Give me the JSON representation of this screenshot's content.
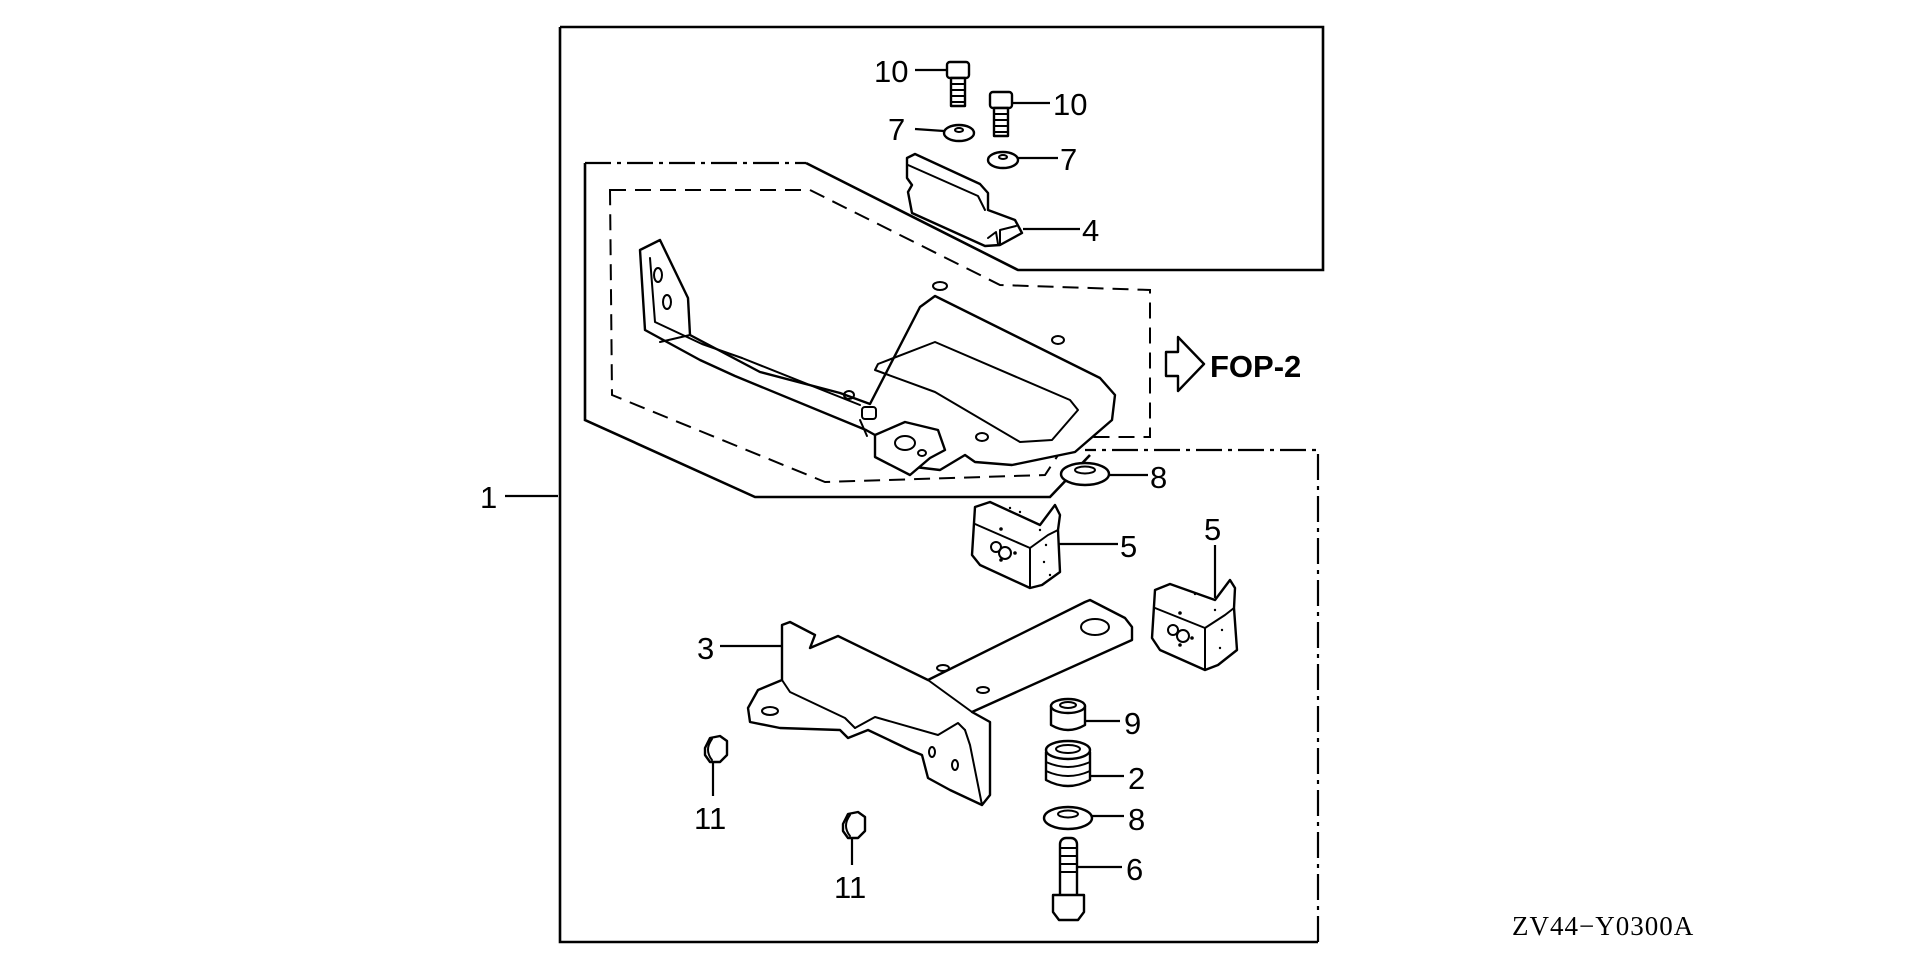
{
  "diagram": {
    "title": "Parts exploded view – bracket / mount assembly",
    "reference_arrow_label": "FOP-2",
    "figure_code": "ZV44−Y0300A",
    "callouts": [
      {
        "id": "c1",
        "label": "1",
        "part": "assembly (boxed set)"
      },
      {
        "id": "c2",
        "label": "2",
        "part": "rubber mount"
      },
      {
        "id": "c3",
        "label": "3",
        "part": "lower bracket"
      },
      {
        "id": "c4",
        "label": "4",
        "part": "upper bracket"
      },
      {
        "id": "c5a",
        "label": "5",
        "part": "mount rubber (left)"
      },
      {
        "id": "c5b",
        "label": "5",
        "part": "mount rubber (right)"
      },
      {
        "id": "c6",
        "label": "6",
        "part": "flange bolt"
      },
      {
        "id": "c7a",
        "label": "7",
        "part": "washer"
      },
      {
        "id": "c7b",
        "label": "7",
        "part": "washer"
      },
      {
        "id": "c8a",
        "label": "8",
        "part": "washer (upper)"
      },
      {
        "id": "c8b",
        "label": "8",
        "part": "washer (lower)"
      },
      {
        "id": "c9",
        "label": "9",
        "part": "collar"
      },
      {
        "id": "c10a",
        "label": "10",
        "part": "bolt"
      },
      {
        "id": "c10b",
        "label": "10",
        "part": "bolt"
      },
      {
        "id": "c11a",
        "label": "11",
        "part": "cap nut"
      },
      {
        "id": "c11b",
        "label": "11",
        "part": "cap nut"
      }
    ]
  }
}
